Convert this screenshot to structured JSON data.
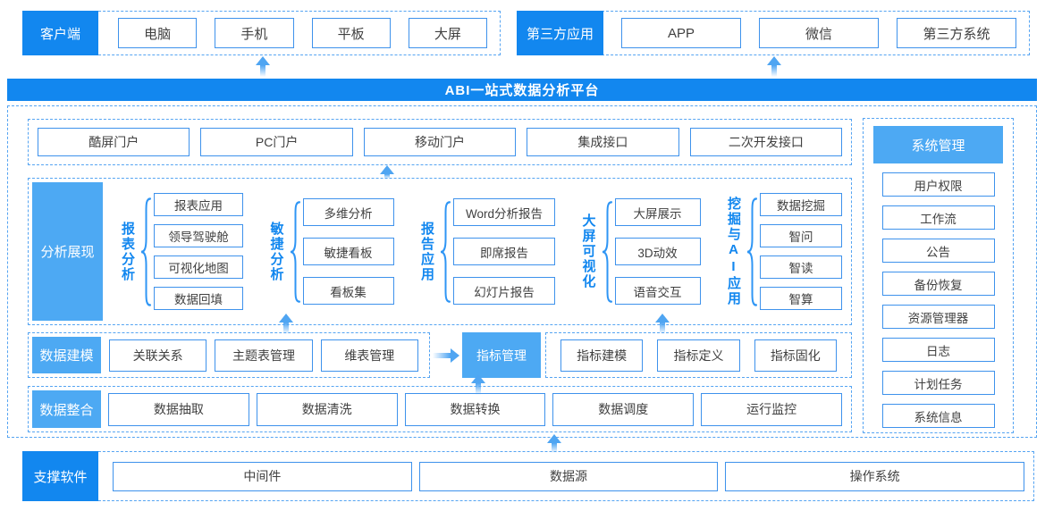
{
  "banner": {
    "title": "ABI一站式数据分析平台"
  },
  "client": {
    "label": "客户端",
    "items": [
      "电脑",
      "手机",
      "平板",
      "大屏"
    ]
  },
  "third_party": {
    "label": "第三方应用",
    "items": [
      "APP",
      "微信",
      "第三方系统"
    ]
  },
  "portal": {
    "items": [
      "酷屏门户",
      "PC门户",
      "移动门户",
      "集成接口",
      "二次开发接口"
    ]
  },
  "analysis": {
    "label": "分析展现",
    "groups": [
      {
        "name": "报表分析",
        "items": [
          "报表应用",
          "领导驾驶舱",
          "可视化地图",
          "数据回填"
        ]
      },
      {
        "name": "敏捷分析",
        "items": [
          "多维分析",
          "敏捷看板",
          "看板集"
        ]
      },
      {
        "name": "报告应用",
        "items": [
          "Word分析报告",
          "即席报告",
          "幻灯片报告"
        ]
      },
      {
        "name": "大屏可视化",
        "items": [
          "大屏展示",
          "3D动效",
          "语音交互"
        ]
      },
      {
        "name": "挖掘与AI应用",
        "items": [
          "数据挖掘",
          "智问",
          "智读",
          "智算"
        ]
      }
    ]
  },
  "modeling": {
    "label": "数据建模",
    "items": [
      "关联关系",
      "主题表管理",
      "维表管理"
    ],
    "highlight": "指标管理",
    "metric_items": [
      "指标建模",
      "指标定义",
      "指标固化"
    ]
  },
  "integration": {
    "label": "数据整合",
    "items": [
      "数据抽取",
      "数据清洗",
      "数据转换",
      "数据调度",
      "运行监控"
    ]
  },
  "system": {
    "label": "系统管理",
    "items": [
      "用户权限",
      "工作流",
      "公告",
      "备份恢复",
      "资源管理器",
      "日志",
      "计划任务",
      "系统信息"
    ]
  },
  "support": {
    "label": "支撑软件",
    "items": [
      "中间件",
      "数据源",
      "操作系统"
    ]
  },
  "colors": {
    "primary_blue": "#1287EF",
    "light_blue": "#4DA9F3",
    "box_border": "#3E92EC",
    "dashed_border": "#55A4F2",
    "arrow_blue": "#4FA5F2"
  }
}
